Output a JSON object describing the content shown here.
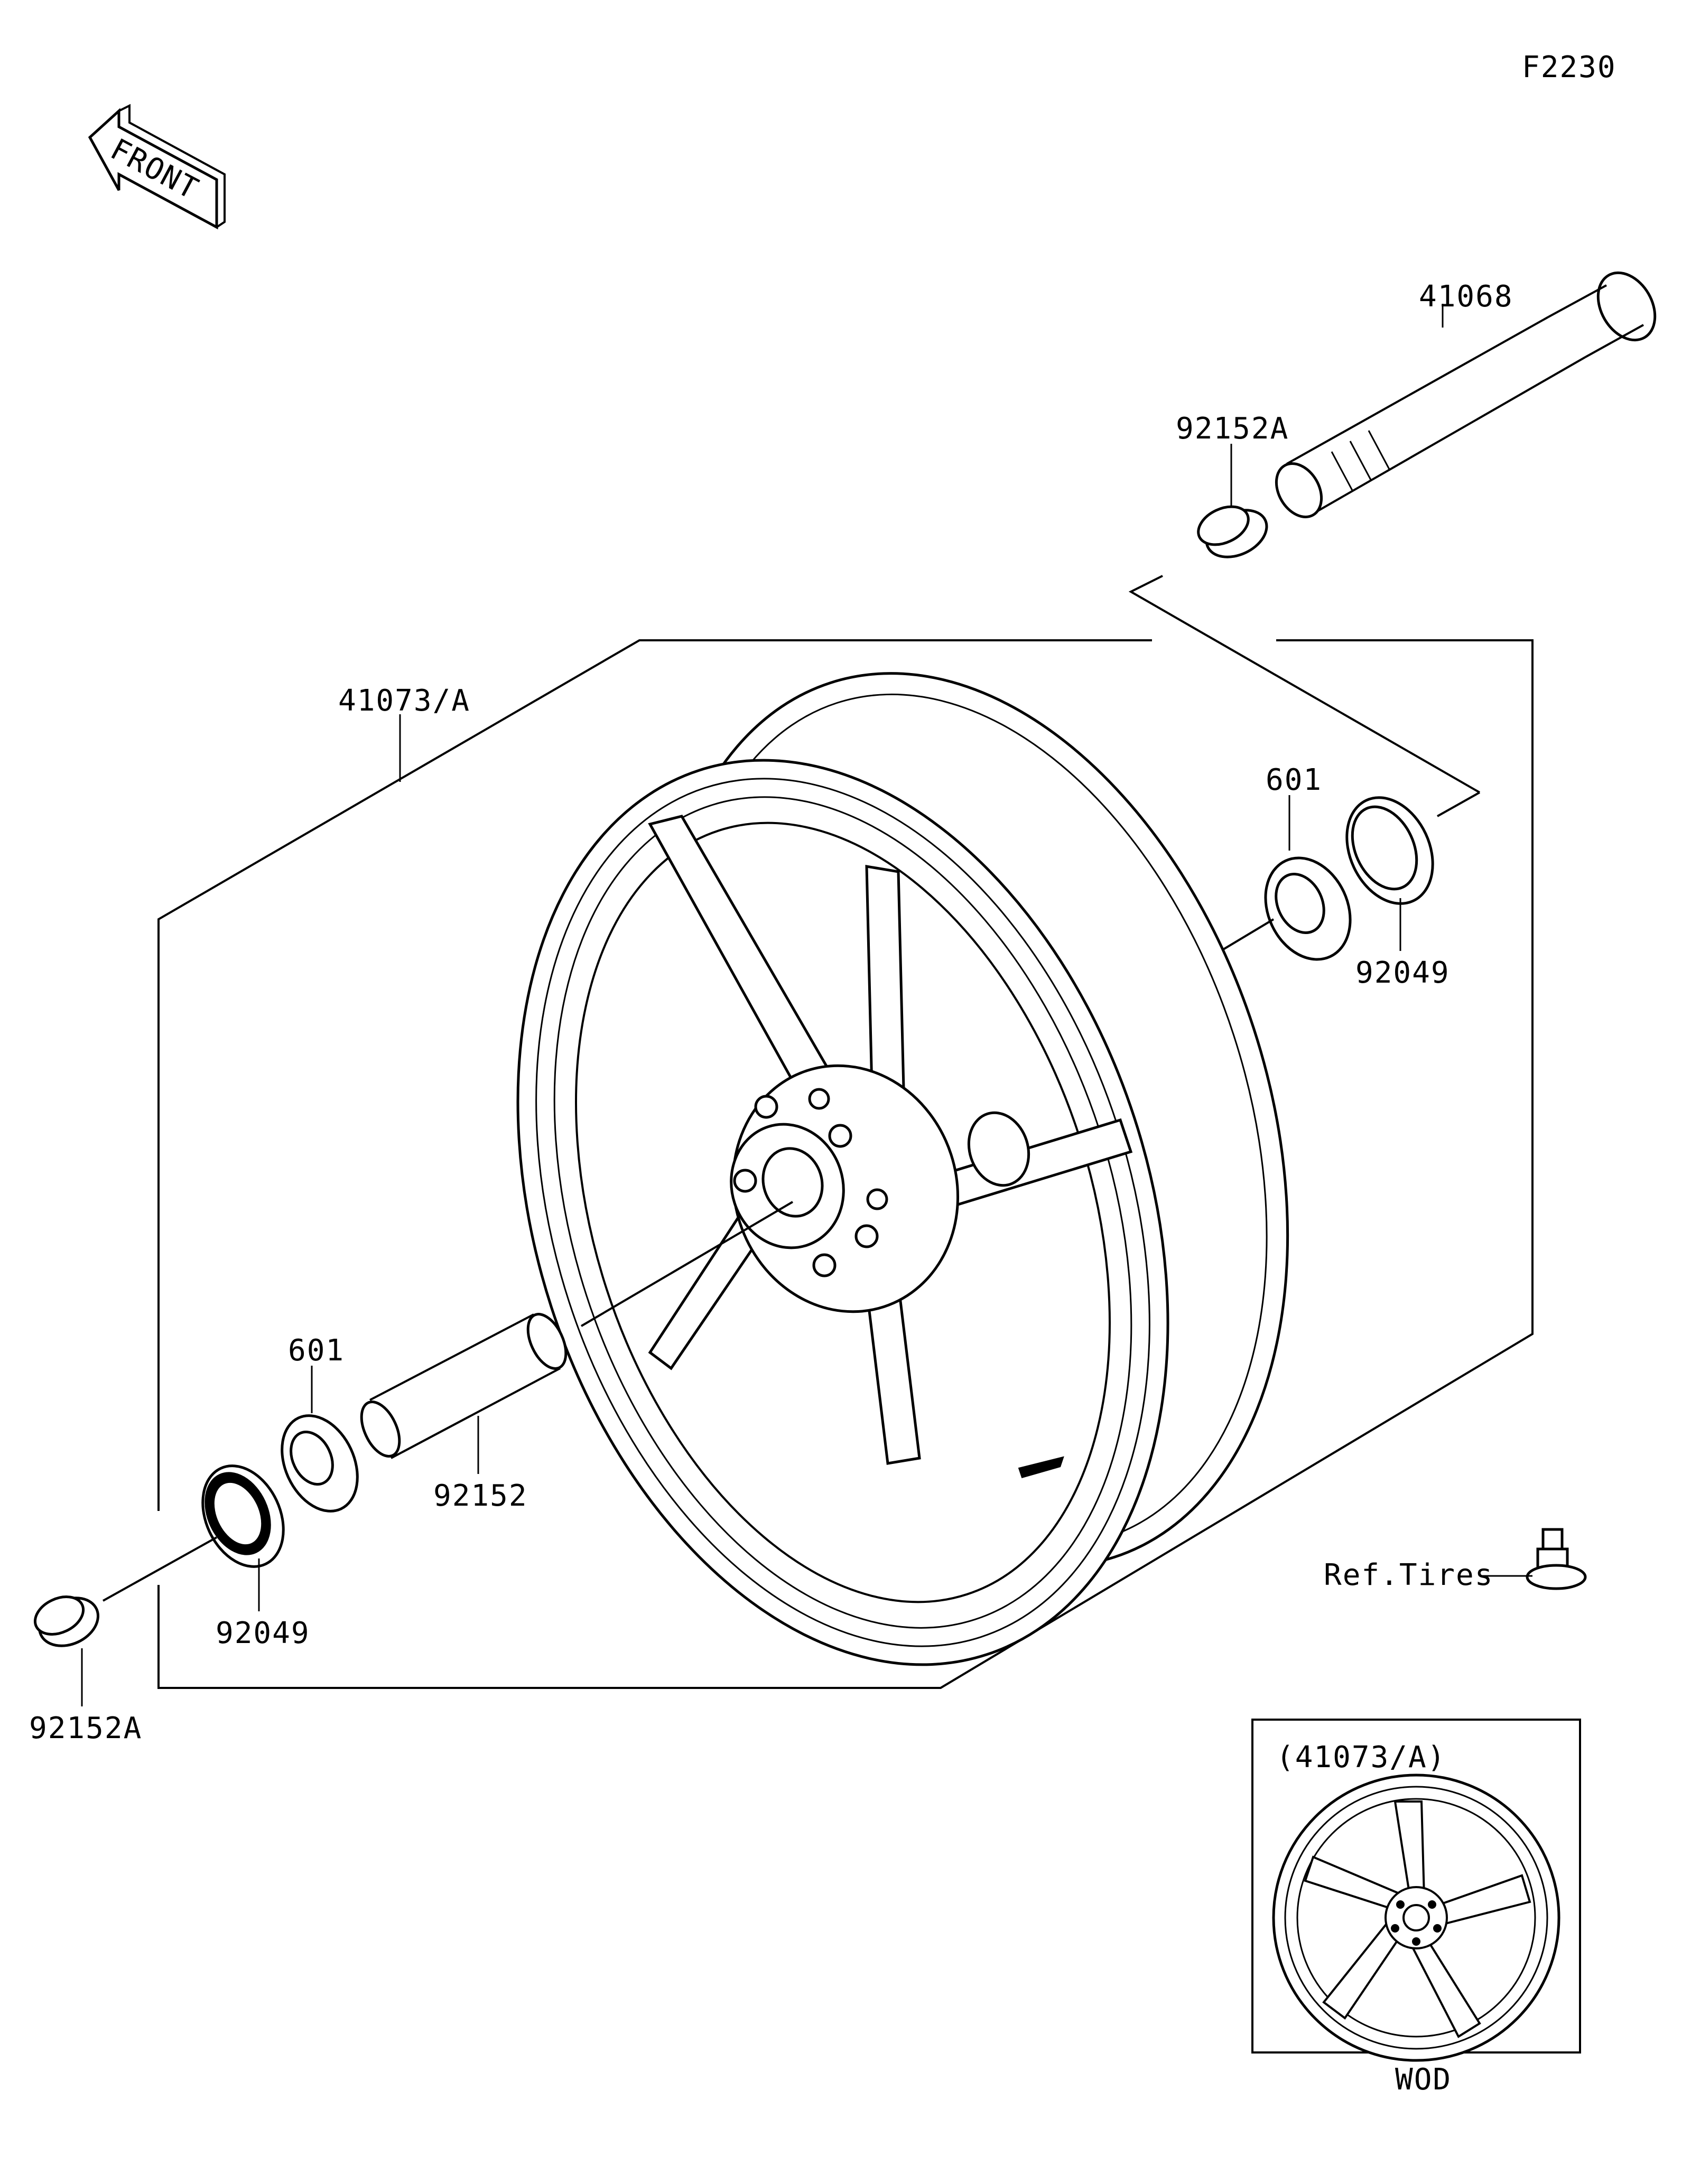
{
  "diagram_code": "F2230",
  "front_arrow": {
    "text": "FRONT"
  },
  "callouts": {
    "axle": "41068",
    "collar_right": "92152A",
    "wheel_assy": "41073/A",
    "bearing_right": "601",
    "seal_right": "92049",
    "bearing_left": "601",
    "spacer": "92152",
    "seal_left": "92049",
    "collar_left": "92152A",
    "valve": "Ref.Tires"
  },
  "inset": {
    "title": "(41073/A)",
    "caption": "WOD"
  }
}
